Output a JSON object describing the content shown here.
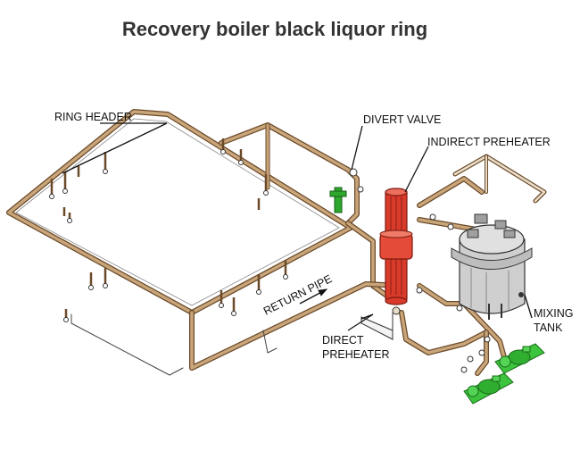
{
  "title": "Recovery boiler black liquor ring",
  "labels": {
    "ring_header": "RING HEADER",
    "divert_valve": "DIVERT VALVE",
    "indirect_preheater": "INDIRECT PREHEATER",
    "return_pipe": "RETURN PIPE",
    "direct_preheater_line1": "DIRECT",
    "direct_preheater_line2": "PREHEATER",
    "mixing_tank_line1": "MIXING",
    "mixing_tank_line2": "TANK"
  },
  "colors": {
    "pipe": "#c9a57a",
    "pipe_outline": "#6b4a2a",
    "preheater": "#d93b2b",
    "tank": "#c8c8c8",
    "pump": "#3cc43c",
    "valve": "#2da82d"
  }
}
